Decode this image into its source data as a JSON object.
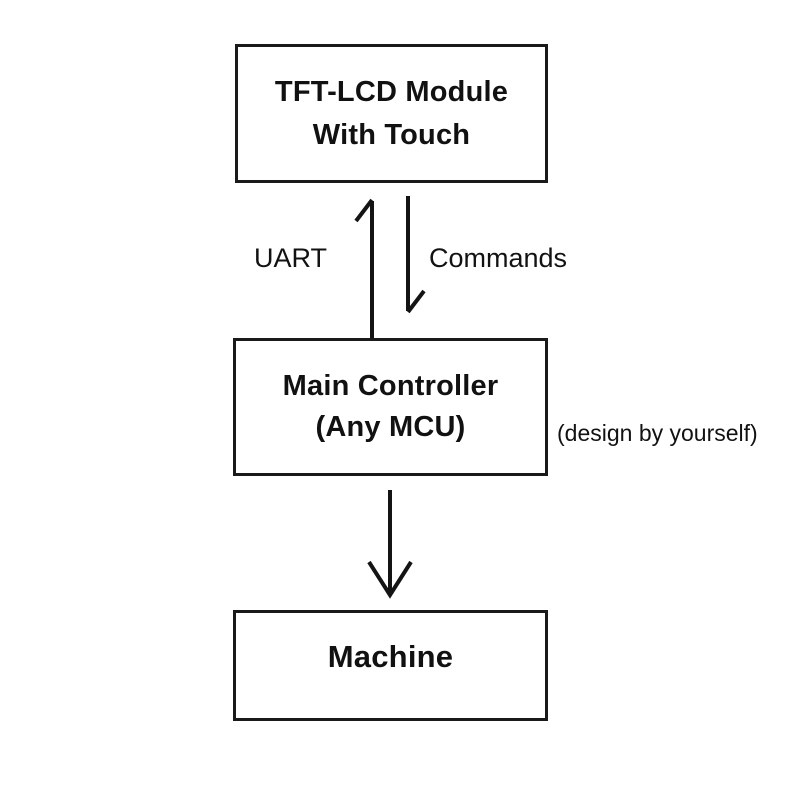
{
  "diagram": {
    "title": "TFT-LCD Module system block diagram",
    "background_color": "#ffffff",
    "stroke_color": "#141414",
    "nodes": {
      "tft_module": {
        "line1": "TFT-LCD Module",
        "line2": "With Touch"
      },
      "main_controller": {
        "line1": "Main Controller",
        "line2": "(Any MCU)"
      },
      "machine": {
        "line1": "Machine"
      }
    },
    "edge_labels": {
      "uart": "UART",
      "commands": "Commands"
    },
    "annotations": {
      "design_note": "(design by yourself)"
    },
    "connectors": [
      {
        "name": "uart-uplink-arrow",
        "from": "main_controller",
        "to": "tft_module",
        "direction": "up",
        "label": "UART",
        "arrowhead": "half-barb-left"
      },
      {
        "name": "commands-downlink-arrow",
        "from": "tft_module",
        "to": "main_controller",
        "direction": "down",
        "label": "Commands",
        "arrowhead": "half-barb-right"
      },
      {
        "name": "controller-to-machine-arrow",
        "from": "main_controller",
        "to": "machine",
        "direction": "down",
        "label": "",
        "arrowhead": "full-v"
      }
    ]
  }
}
